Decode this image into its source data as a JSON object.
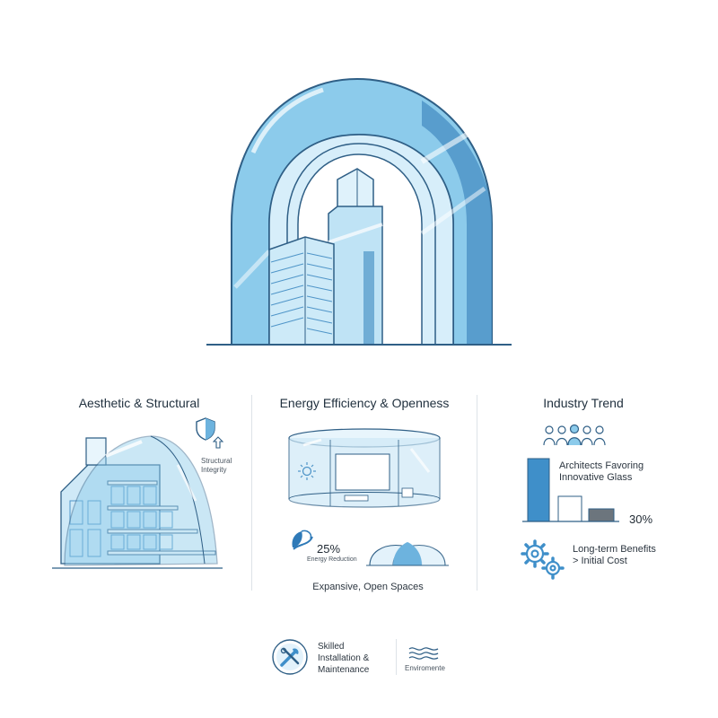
{
  "panels": {
    "left": {
      "title": "Aesthetic & Structural",
      "annotation_line1": "Structural",
      "annotation_line2": "Integrity"
    },
    "middle": {
      "title": "Energy Efficiency & Openness",
      "stat_value": "25%",
      "stat_label": "Energy Reduction",
      "caption": "Expansive, Open Spaces"
    },
    "right": {
      "title": "Industry Trend",
      "stat_line1": "Architects Favoring",
      "stat_line2": "Innovative Glass",
      "stat_value": "30%",
      "benefit_line1": "Long-term Benefits",
      "benefit_line2": "> Initial Cost"
    }
  },
  "footer": {
    "left_line1": "Skilled",
    "left_line2": "Installation &",
    "left_line3": "Maintenance",
    "right_label": "Enviromente"
  },
  "icons": {
    "shield": "shield-icon",
    "arrow": "arrow-up-icon",
    "sun": "sun-icon",
    "leaf": "leaf-icon",
    "people": "people-icon",
    "gears": "gears-icon",
    "tools": "tools-icon",
    "waves": "waves-icon"
  },
  "colors": {
    "glass_light": "#bfe3f5",
    "glass_mid": "#8ccbeb",
    "glass_dark": "#4f95c8",
    "outline": "#2f5f86",
    "bar": "#3f8fc9"
  }
}
